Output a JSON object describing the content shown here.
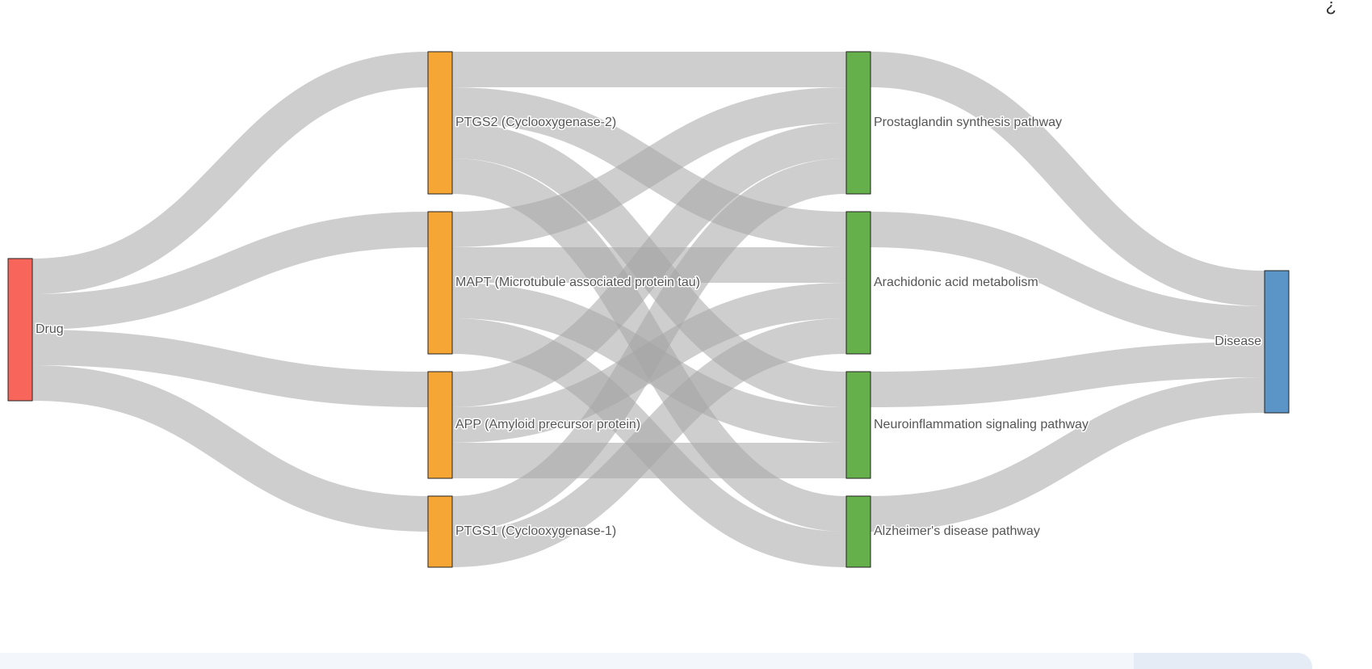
{
  "diagram": {
    "nodes": [
      {
        "id": "drug",
        "label": "Drug",
        "column": 0,
        "value": 4,
        "color": "#f8665b"
      },
      {
        "id": "ptgs2",
        "label": "PTGS2 (Cyclooxygenase-2)",
        "column": 1,
        "value": 4,
        "color": "#f6a634"
      },
      {
        "id": "mapt",
        "label": "MAPT (Microtubule associated protein tau)",
        "column": 1,
        "value": 4,
        "color": "#f6a634"
      },
      {
        "id": "app",
        "label": "APP (Amyloid precursor protein)",
        "column": 1,
        "value": 3,
        "color": "#f6a634"
      },
      {
        "id": "ptgs1",
        "label": "PTGS1 (Cyclooxygenase-1)",
        "column": 1,
        "value": 2,
        "color": "#f6a634"
      },
      {
        "id": "prost",
        "label": "Prostaglandin synthesis pathway",
        "column": 2,
        "value": 4,
        "color": "#66b04b"
      },
      {
        "id": "arach",
        "label": "Arachidonic acid metabolism",
        "column": 2,
        "value": 4,
        "color": "#66b04b"
      },
      {
        "id": "neuro",
        "label": "Neuroinflammation signaling pathway",
        "column": 2,
        "value": 3,
        "color": "#66b04b"
      },
      {
        "id": "alz",
        "label": "Alzheimer's disease pathway",
        "column": 2,
        "value": 2,
        "color": "#66b04b"
      },
      {
        "id": "disease",
        "label": "Disease",
        "column": 3,
        "value": 4,
        "color": "#5b94c7"
      }
    ],
    "links": [
      {
        "source": "drug",
        "target": "ptgs2",
        "value": 1
      },
      {
        "source": "drug",
        "target": "mapt",
        "value": 1
      },
      {
        "source": "drug",
        "target": "app",
        "value": 1
      },
      {
        "source": "drug",
        "target": "ptgs1",
        "value": 1
      },
      {
        "source": "ptgs2",
        "target": "prost",
        "value": 1
      },
      {
        "source": "ptgs2",
        "target": "arach",
        "value": 1
      },
      {
        "source": "ptgs2",
        "target": "neuro",
        "value": 1
      },
      {
        "source": "ptgs2",
        "target": "alz",
        "value": 1
      },
      {
        "source": "mapt",
        "target": "prost",
        "value": 1
      },
      {
        "source": "mapt",
        "target": "arach",
        "value": 1
      },
      {
        "source": "mapt",
        "target": "neuro",
        "value": 1
      },
      {
        "source": "mapt",
        "target": "alz",
        "value": 1
      },
      {
        "source": "app",
        "target": "prost",
        "value": 1
      },
      {
        "source": "app",
        "target": "arach",
        "value": 1
      },
      {
        "source": "app",
        "target": "neuro",
        "value": 1
      },
      {
        "source": "ptgs1",
        "target": "prost",
        "value": 1
      },
      {
        "source": "ptgs1",
        "target": "arach",
        "value": 1
      },
      {
        "source": "prost",
        "target": "disease",
        "value": 1
      },
      {
        "source": "arach",
        "target": "disease",
        "value": 1
      },
      {
        "source": "neuro",
        "target": "disease",
        "value": 1
      },
      {
        "source": "alz",
        "target": "disease",
        "value": 1
      }
    ],
    "link_color": "#a6a6a6"
  },
  "corner_glyph": "¿"
}
